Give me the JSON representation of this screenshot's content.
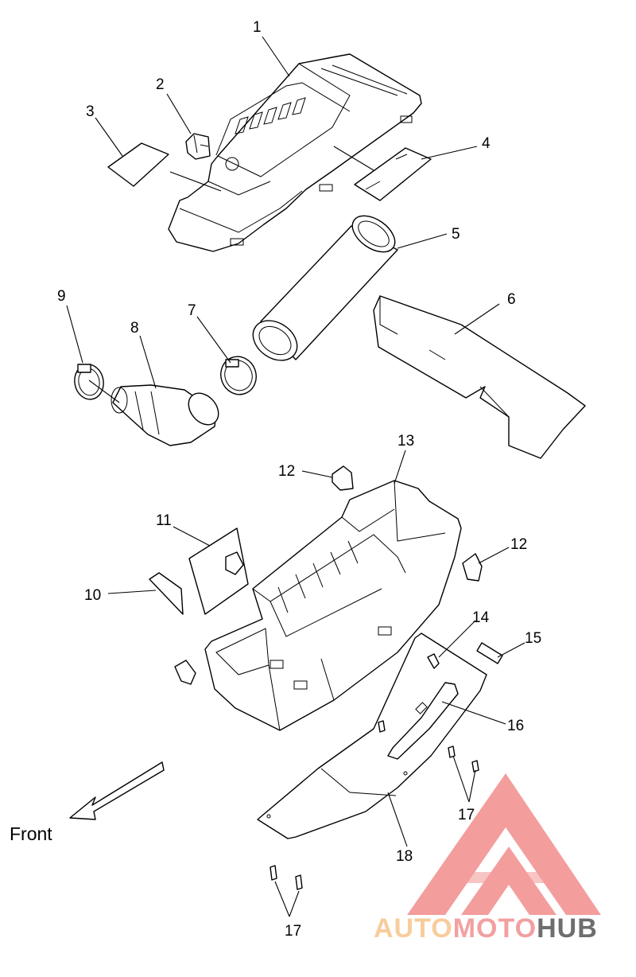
{
  "callouts": {
    "c1": "1",
    "c2": "2",
    "c3": "3",
    "c4": "4",
    "c5": "5",
    "c6": "6",
    "c7": "7",
    "c8": "8",
    "c9": "9",
    "c10": "10",
    "c11": "11",
    "c12a": "12",
    "c12b": "12",
    "c13": "13",
    "c14": "14",
    "c15": "15",
    "c16": "16",
    "c17a": "17",
    "c17b": "17",
    "c18": "18"
  },
  "direction_label": "Front",
  "watermark": {
    "part1": "AUTO",
    "part2": "MOTO",
    "part3": "HUB",
    "color_light": "#f7c48a",
    "color_red": "#f09090",
    "color_dark": "#555555"
  }
}
